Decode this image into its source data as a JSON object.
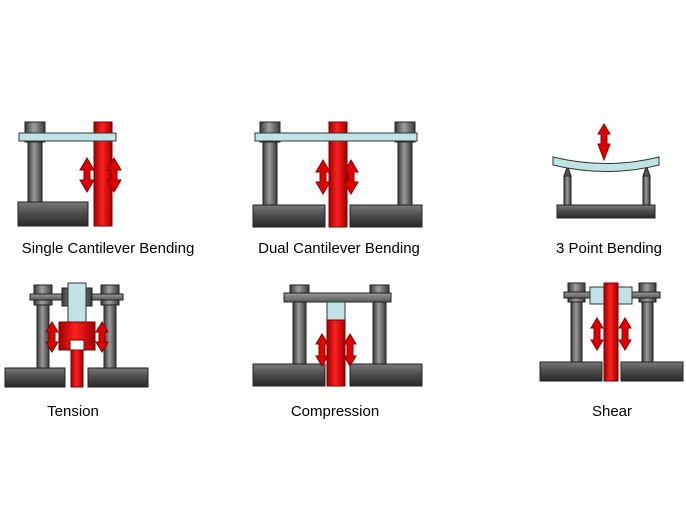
{
  "panels": [
    {
      "id": "single-cantilever",
      "label": "Single Cantilever Bending"
    },
    {
      "id": "dual-cantilever",
      "label": "Dual Cantilever Bending"
    },
    {
      "id": "three-point",
      "label": "3 Point Bending"
    },
    {
      "id": "tension",
      "label": "Tension"
    },
    {
      "id": "compression",
      "label": "Compression"
    },
    {
      "id": "shear",
      "label": "Shear"
    }
  ],
  "colors": {
    "red": "#e00000",
    "sample": "#bfe3e6",
    "post": "#606060",
    "base": "#4a4a4a"
  }
}
